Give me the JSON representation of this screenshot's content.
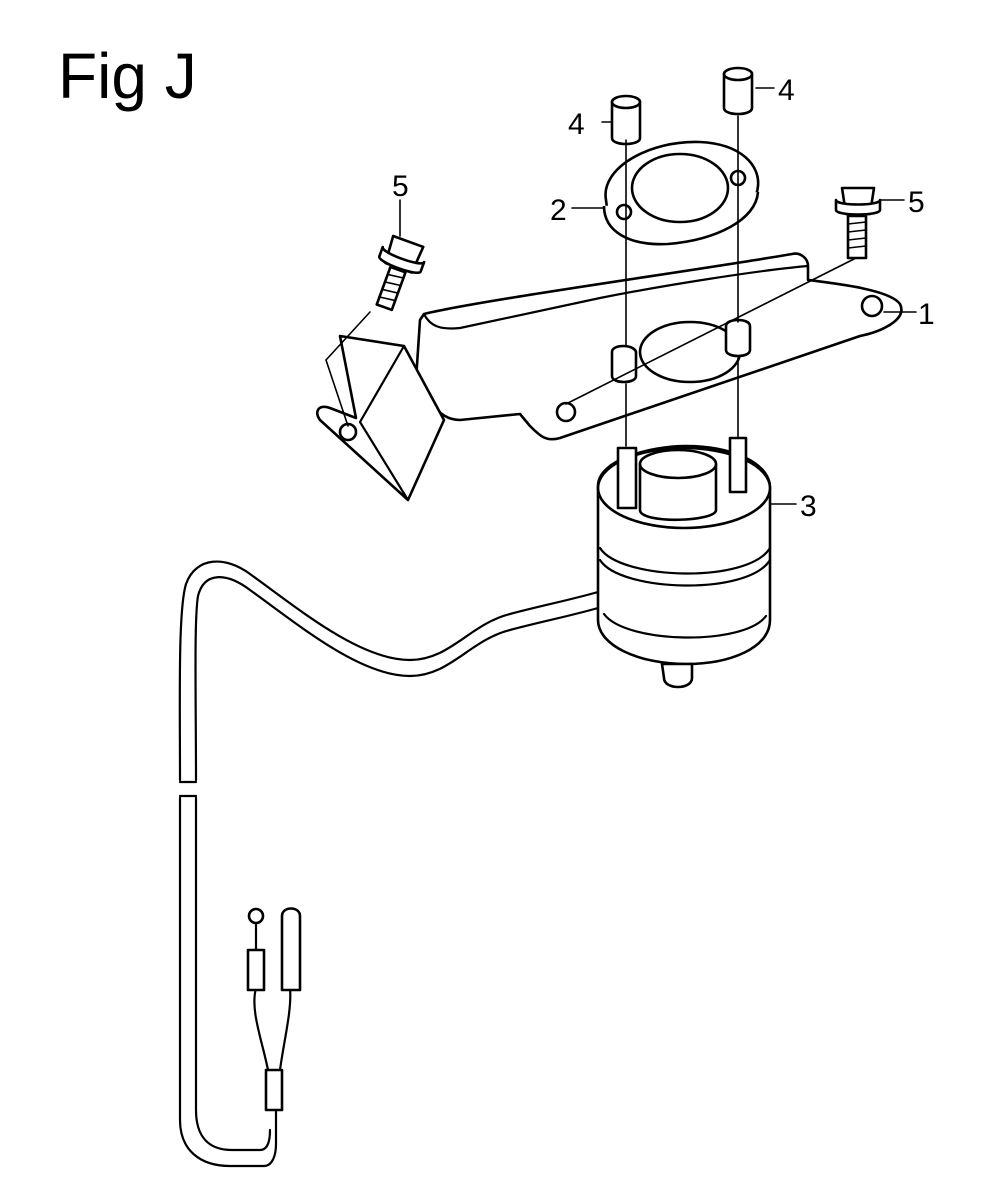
{
  "figure": {
    "title": "Fig J"
  },
  "callouts": [
    {
      "id": "1",
      "label": "1"
    },
    {
      "id": "2",
      "label": "2"
    },
    {
      "id": "3",
      "label": "3"
    },
    {
      "id": "4a",
      "label": "4"
    },
    {
      "id": "4b",
      "label": "4"
    },
    {
      "id": "5a",
      "label": "5"
    },
    {
      "id": "5b",
      "label": "5"
    }
  ],
  "parts": [
    {
      "number": "1",
      "name": "bracket"
    },
    {
      "number": "2",
      "name": "gasket"
    },
    {
      "number": "3",
      "name": "switch-assembly"
    },
    {
      "number": "4",
      "name": "nut"
    },
    {
      "number": "5",
      "name": "bolt"
    }
  ],
  "colors": {
    "line": "#000000",
    "background": "#ffffff"
  }
}
